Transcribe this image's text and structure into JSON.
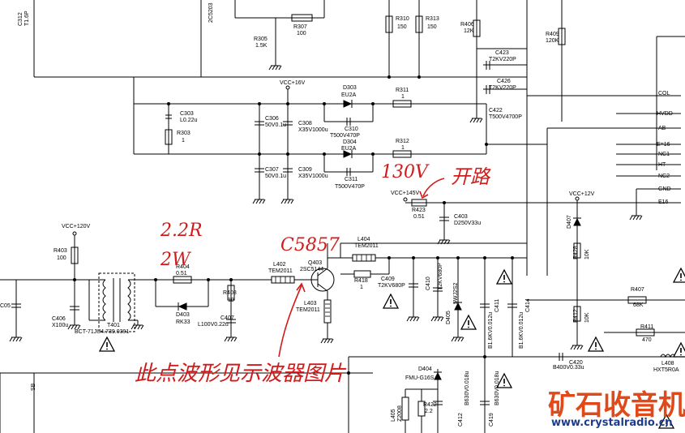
{
  "labels": {
    "c312": "C312",
    "c312v": "T1.6P",
    "c302v": "2C5203",
    "r305": "R305",
    "r305v": "1.5K",
    "r307": "R307",
    "r307v": "100",
    "r310": "R310",
    "r310v": "150",
    "r313": "R313",
    "r313v": "150",
    "r406": "R406",
    "r406v": "12K",
    "r409": "R409",
    "r409v": "120K",
    "c423": "C423",
    "c423v": "T2KV220P",
    "c426": "C426",
    "c426v": "T2KV220P",
    "c422": "C422",
    "c422v": "T500V4700P",
    "c303": "C303",
    "c303v": "L0.22u",
    "r303": "R303",
    "r303v": "1",
    "vcc16": "VCC+16V",
    "d303": "D303",
    "d303v": "EU2A",
    "r311": "R311",
    "r311v": "1",
    "c306": "C306",
    "c306v": "50V0.1u",
    "c308": "C308",
    "c308v": "X35V1000u",
    "c310": "C310",
    "c310v": "T500V470P",
    "d304": "D304",
    "d304v": "EU2A",
    "r312": "R312",
    "r312v": "1",
    "c307": "C307",
    "c307v": "50V0.1u",
    "c309": "C309",
    "c309v": "X35V1000u",
    "c311": "C311",
    "c311v": "T500V470P",
    "vcc145": "VCC+145V",
    "r423": "R423",
    "r423v": "0.51",
    "c403": "C403",
    "c403v": "D250V33u",
    "vcc12": "VCC+12V",
    "vcc120": "VCC+120V",
    "r403": "R403",
    "r403v": "100",
    "r404": "R404",
    "r404v": "0.51",
    "d403": "D403",
    "d403v": "RK33",
    "r408": "R408",
    "r408v": "10",
    "c407": "C407",
    "c407v": "L100V0.22u",
    "l402": "L402",
    "l402v": "TEM2011",
    "q403": "Q403",
    "q403v": "2SC5144",
    "l404": "L404",
    "l404v": "TEM2011",
    "r418": "R418",
    "r418v": "1",
    "l403": "L403",
    "l403v": "TEM2011",
    "c409": "C409",
    "c409v": "T2KV680P",
    "c410": "C410",
    "c410v": "T2KV680P",
    "d405": "D405",
    "d405v": "5WJ2S2",
    "c411": "C411",
    "c411v": "B1.6KV0.012u",
    "c414": "C414",
    "c414v": "B1.6KV0.012u",
    "c406": "C406",
    "c406v": "X100u",
    "t401": "T401",
    "t401v": "BCT-71JU4.739.0391",
    "r407": "R407",
    "r407v": "68K",
    "r428": "R428",
    "r428v": "10K",
    "r412": "R412",
    "r412v": "10K",
    "d407": "D407",
    "c420": "C420",
    "c420v": "B400V0.33u",
    "r411": "R411",
    "r411v": "470",
    "l408": "L408",
    "l408v": "HXT5R0A",
    "d404": "D404",
    "d404v": "FMU-G16S",
    "l405": "L405",
    "l405v": "Z2008",
    "r422": "R422",
    "r422v": "2.2",
    "c412": "C412",
    "c412v": "B630V0.018u",
    "c419": "C419",
    "c419v": "B630V0.018u",
    "c05": "C05",
    "sb": "SB",
    "pin_col": "COL",
    "pin_hvdd": "HVDD",
    "pin_ab": "AB",
    "pin_e16": "E=16",
    "pin_nc1": "NC1",
    "pin_ht": "HT",
    "pin_nc2": "NC2",
    "pin_gnd": "GND",
    "pin_e16b": "E16"
  },
  "annotations": {
    "v130": "130V",
    "open_circuit": "开路",
    "r22": "2.2R",
    "w2": "2W",
    "c5857": "C5857",
    "waveform_note": "此点波形见示波器图片"
  },
  "watermark": {
    "cn": "矿石收音机",
    "url": "www.crystalradio.cn"
  },
  "colors": {
    "ink": "#000000",
    "annotation": "#d21a1a",
    "watermark": "#e04a1a"
  }
}
